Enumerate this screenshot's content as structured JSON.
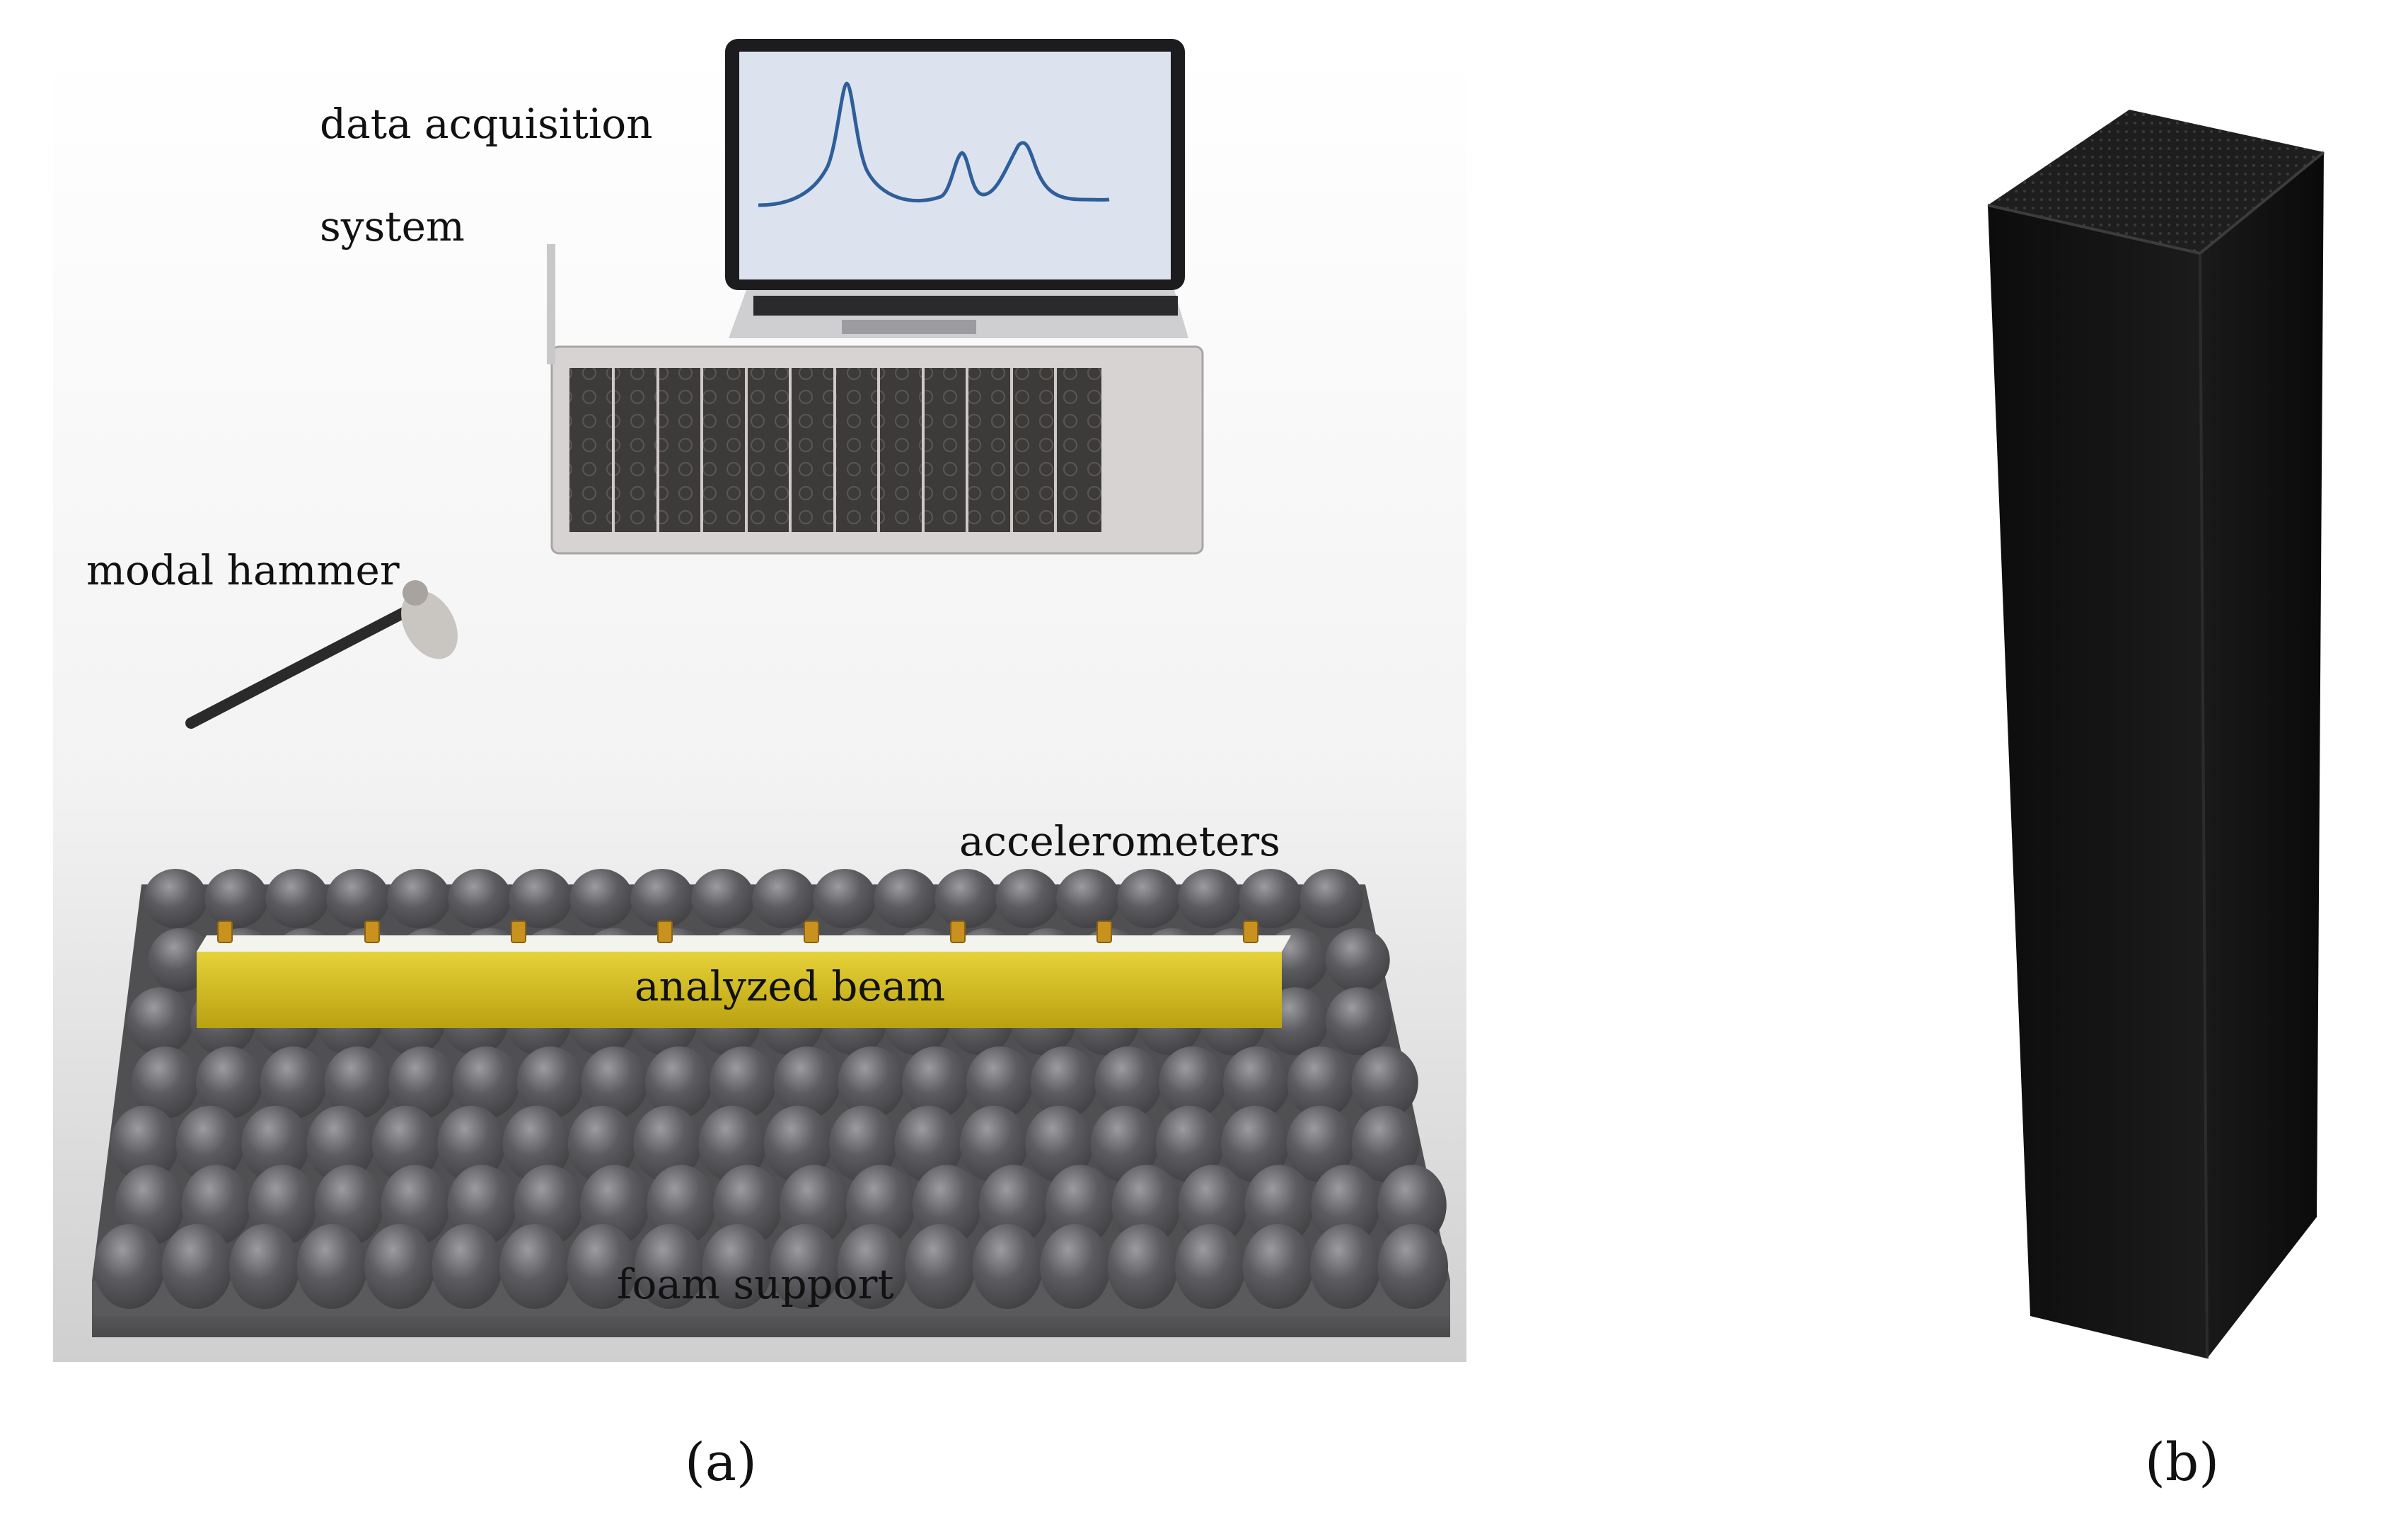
{
  "panel_a": {
    "labels": {
      "daq_line1": "data acquisition",
      "daq_line2": "system",
      "hammer": "modal hammer",
      "accelerometers": "accelerometers",
      "beam": "analyzed beam",
      "foam": "foam support"
    },
    "caption": "(a)",
    "colors": {
      "beam": "#d8c21c",
      "foam": "#57575a",
      "screen": "#dde3ee",
      "trace": "#2f5f9a"
    }
  },
  "panel_b": {
    "caption": "(b)",
    "colors": {
      "specimen": "#121212"
    }
  }
}
